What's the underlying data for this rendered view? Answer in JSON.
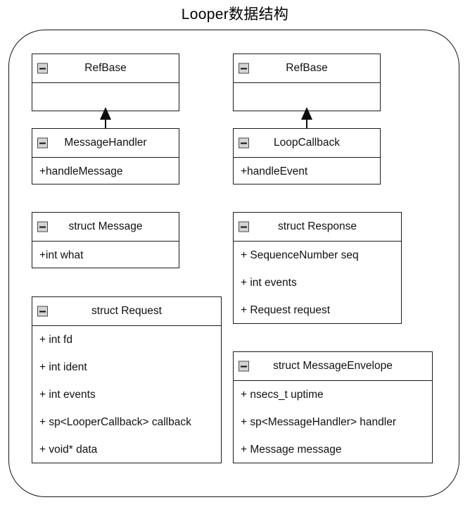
{
  "diagram": {
    "title": "Looper数据结构",
    "icon_name": "collapse-minus-icon",
    "colors": {
      "stroke": "#1b1b1b",
      "text": "#111111",
      "icon_fill": "#d4d4d4",
      "background": "#ffffff"
    }
  },
  "classes": [
    {
      "id": "refbase-left",
      "name": "RefBase",
      "members": []
    },
    {
      "id": "refbase-right",
      "name": "RefBase",
      "members": []
    },
    {
      "id": "message-handler",
      "name": "MessageHandler",
      "members": [
        "+handleMessage"
      ]
    },
    {
      "id": "loop-callback",
      "name": "LoopCallback",
      "members": [
        "+handleEvent"
      ]
    },
    {
      "id": "struct-message",
      "name": "struct Message",
      "members": [
        "+int what"
      ]
    },
    {
      "id": "struct-response",
      "name": "struct Response",
      "members": [
        "+ SequenceNumber seq",
        "+ int events",
        "+ Request request"
      ]
    },
    {
      "id": "struct-request",
      "name": "struct Request",
      "members": [
        "+ int fd",
        "+ int ident",
        "+ int events",
        "+ sp<LooperCallback> callback",
        "+ void* data"
      ]
    },
    {
      "id": "struct-message-envelope",
      "name": "struct MessageEnvelope",
      "members": [
        "+ nsecs_t uptime",
        "+ sp<MessageHandler> handler",
        "+ Message message"
      ]
    }
  ],
  "relations": [
    {
      "id": "messagehandler-extends-refbase",
      "type": "generalization",
      "from": "message-handler",
      "to": "refbase-left"
    },
    {
      "id": "loopcallback-extends-refbase",
      "type": "generalization",
      "from": "loop-callback",
      "to": "refbase-right"
    }
  ]
}
